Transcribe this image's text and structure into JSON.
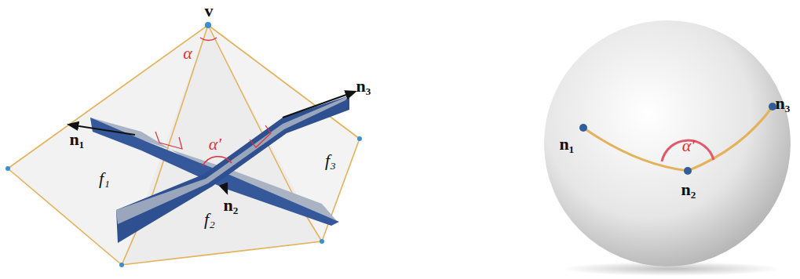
{
  "diagram": {
    "labels": [
      "v",
      "α",
      "n₁",
      "α′",
      "n₃",
      "n₂",
      "f₁",
      "f₂",
      "f₃",
      "n₁",
      "n₂",
      "n₃",
      "α′"
    ]
  }
}
